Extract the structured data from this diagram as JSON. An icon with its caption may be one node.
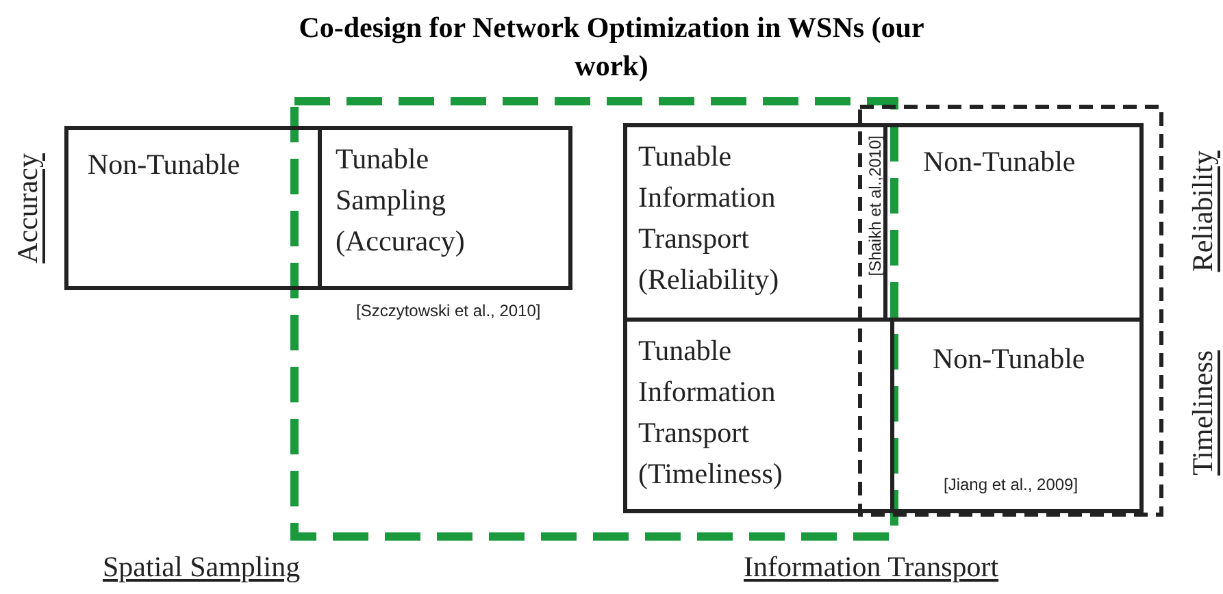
{
  "diagram": {
    "title": "Co-design for Network Optimization in WSNs (our work)",
    "nodes": [
      {
        "text": [
          "Non-Tunable"
        ]
      },
      {
        "text": [
          "Tunable Sampling (Accuracy)"
        ],
        "beside": [
          "[Szczytowski et al., 2010]"
        ]
      },
      {
        "text": [
          "Tunable Information Transport (Reliability)",
          "[Shaikh et al.,2010]"
        ]
      },
      {
        "text": [
          "Non-Tunable"
        ]
      },
      {
        "text": [
          "Tunable Information Transport (Timeliness)"
        ]
      },
      {
        "text": [
          "Non-Tunable",
          "[Jiang et al., 2009]"
        ]
      }
    ],
    "edges": [],
    "labels": [
      "Accuracy",
      "Reliability",
      "Timeliness",
      "Spatial Sampling",
      "Information Transport"
    ]
  }
}
